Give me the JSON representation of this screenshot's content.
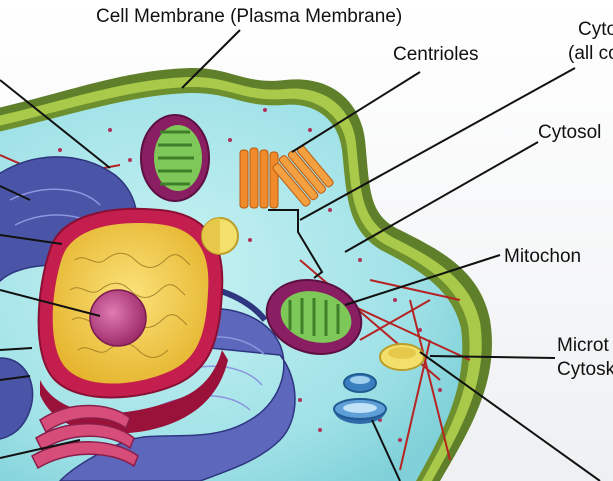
{
  "labels": {
    "cell_membrane": "Cell Membrane (Plasma Membrane)",
    "cytoplasm_line1": "Cyto",
    "cytoplasm_line2": "(all co",
    "centrioles": "Centrioles",
    "cytosol": "Cytosol",
    "mitochondria": "Mitochon",
    "microtubules_line1": "Microt",
    "microtubules_line2": "Cytosk"
  },
  "colors": {
    "cytosol": "#9fe3e8",
    "membrane_outer": "#a9c94a",
    "membrane_inner": "#5f7f2a",
    "nucleus_envelope": "#c41e4e",
    "nucleoplasm": "#f0c93a",
    "nucleolus": "#c04a8a",
    "endoplasmic_reticulum": "#4b55a8",
    "mitochondrion_outer": "#8a1e62",
    "mitochondrion_inner": "#7ec85a",
    "centriole": "#f08a2a",
    "vesicle": "#f3e06a",
    "lysosome": "#3a7fbf",
    "microfilament": "#b52323",
    "leader_line": "#111111"
  }
}
